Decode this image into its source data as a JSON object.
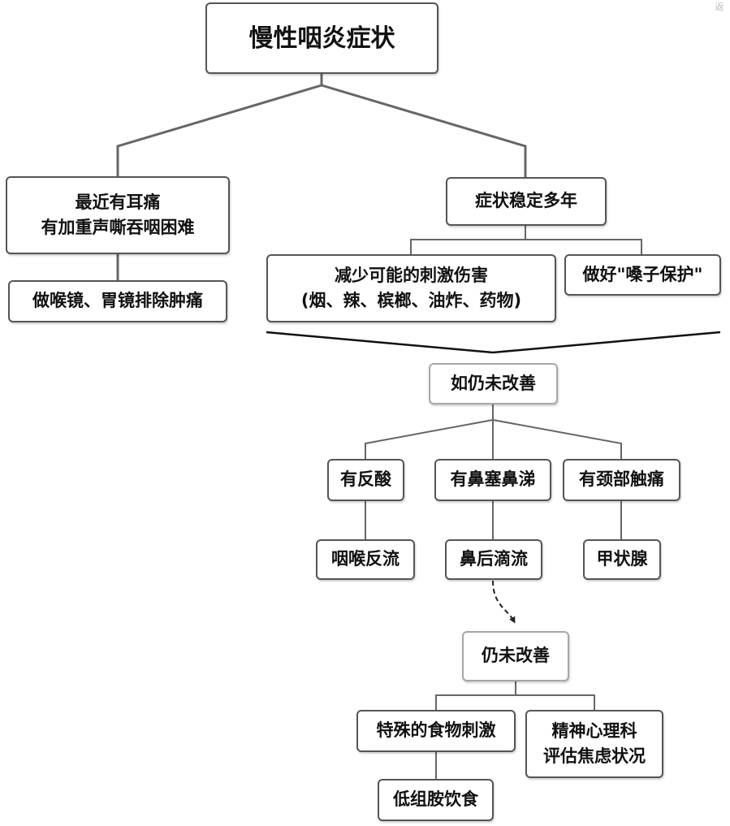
{
  "corner_mark": "返",
  "diagram": {
    "root": "慢性咽炎症状",
    "left_branch": {
      "condition_lines": [
        "最近有耳痛",
        "有加重声嘶吞咽困难"
      ],
      "action": "做喉镜、胃镜排除肿痛"
    },
    "right_branch": {
      "condition": "症状稳定多年",
      "advice_1_lines": [
        "减少可能的刺激伤害",
        "(烟、辣、槟榔、油炸、药物)"
      ],
      "advice_2": "做好\"嗓子保护\"",
      "if_not_improved": "如仍未改善",
      "symptoms": [
        {
          "label": "有反酸",
          "cause": "咽喉反流"
        },
        {
          "label": "有鼻塞鼻涕",
          "cause": "鼻后滴流"
        },
        {
          "label": "有颈部触痛",
          "cause": "甲状腺"
        }
      ],
      "still_not_improved": "仍未改善",
      "final_options": {
        "food": "特殊的食物刺激",
        "diet": "低组胺饮食",
        "psych_lines": [
          "精神心理科",
          "评估焦虑状况"
        ]
      }
    }
  }
}
